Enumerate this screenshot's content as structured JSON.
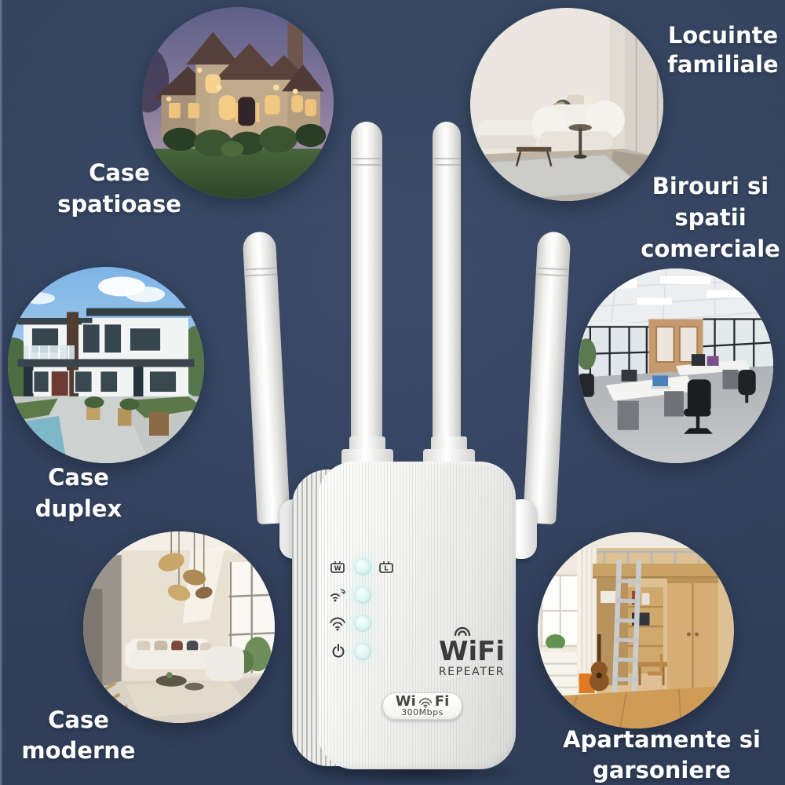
{
  "poster": {
    "background_color": "#33425e",
    "text_color": "#ffffff"
  },
  "bubbles": [
    {
      "scene": "stone-house-at-dusk",
      "label_lines": [
        "Case",
        "spatioase"
      ]
    },
    {
      "scene": "minimal-living-room",
      "label_lines": [
        "Locuinte",
        "familiale"
      ]
    },
    {
      "scene": "modern-duplex-house",
      "label_lines": [
        "Case",
        "duplex"
      ]
    },
    {
      "scene": "open-plan-office",
      "label_lines": [
        "Birouri si",
        "spatii",
        "comerciale"
      ]
    },
    {
      "scene": "modern-double-height-home",
      "label_lines": [
        "Case",
        "moderne"
      ]
    },
    {
      "scene": "studio-apartment-loft-bed",
      "label_lines": [
        "Apartamente si",
        "garsoniere"
      ]
    }
  ],
  "device": {
    "logo": {
      "title": "WiFi",
      "subtitle": "REPEATER"
    },
    "badge": {
      "wi": "Wi",
      "fi": "Fi",
      "speed": "300Mbps"
    },
    "panel": {
      "wan_letter": "W",
      "lan_letter": "L"
    },
    "panel_icons": [
      "wan-port-icon",
      "lan-port-icon",
      "repeater-signal-icon",
      "wifi-signal-icon",
      "power-icon"
    ],
    "led_color": "#d9f4f1",
    "antenna_count": 4
  }
}
